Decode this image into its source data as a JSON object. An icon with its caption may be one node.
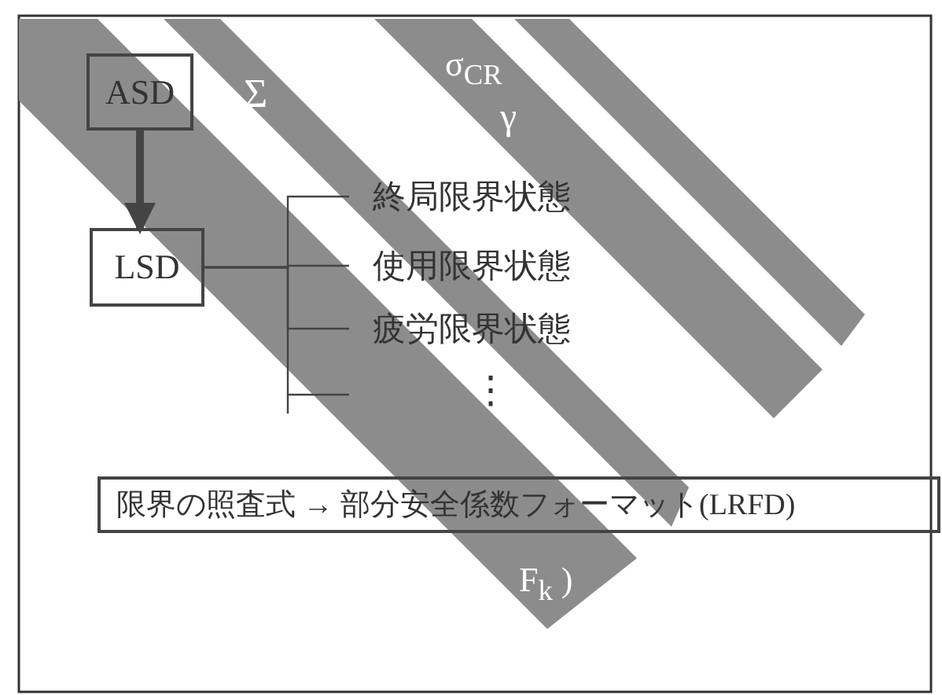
{
  "diagram": {
    "nodes": [
      {
        "text": [
          "ASD"
        ]
      },
      {
        "text": [
          "LSD"
        ]
      },
      {
        "text": [
          "終局限界状態"
        ]
      },
      {
        "text": [
          "使用限界状態"
        ]
      },
      {
        "text": [
          "疲労限界状態"
        ]
      },
      {
        "text": [
          "限界の照査式 → 部分安全係数フォーマット(LRFD)"
        ]
      }
    ],
    "edges": [
      {
        "from": 0,
        "to": 1,
        "arrow": "to",
        "style": "thick"
      },
      {
        "from": 1,
        "to": 2,
        "arrow": "none"
      },
      {
        "from": 1,
        "to": 3,
        "arrow": "none"
      },
      {
        "from": 1,
        "to": 4,
        "arrow": "none"
      },
      {
        "from": 1,
        "to": null,
        "arrow": "none"
      }
    ],
    "labels": [
      "Σ",
      "σ$_{CR}$",
      "γ",
      "⋮",
      "F$_{k}$ )"
    ]
  }
}
